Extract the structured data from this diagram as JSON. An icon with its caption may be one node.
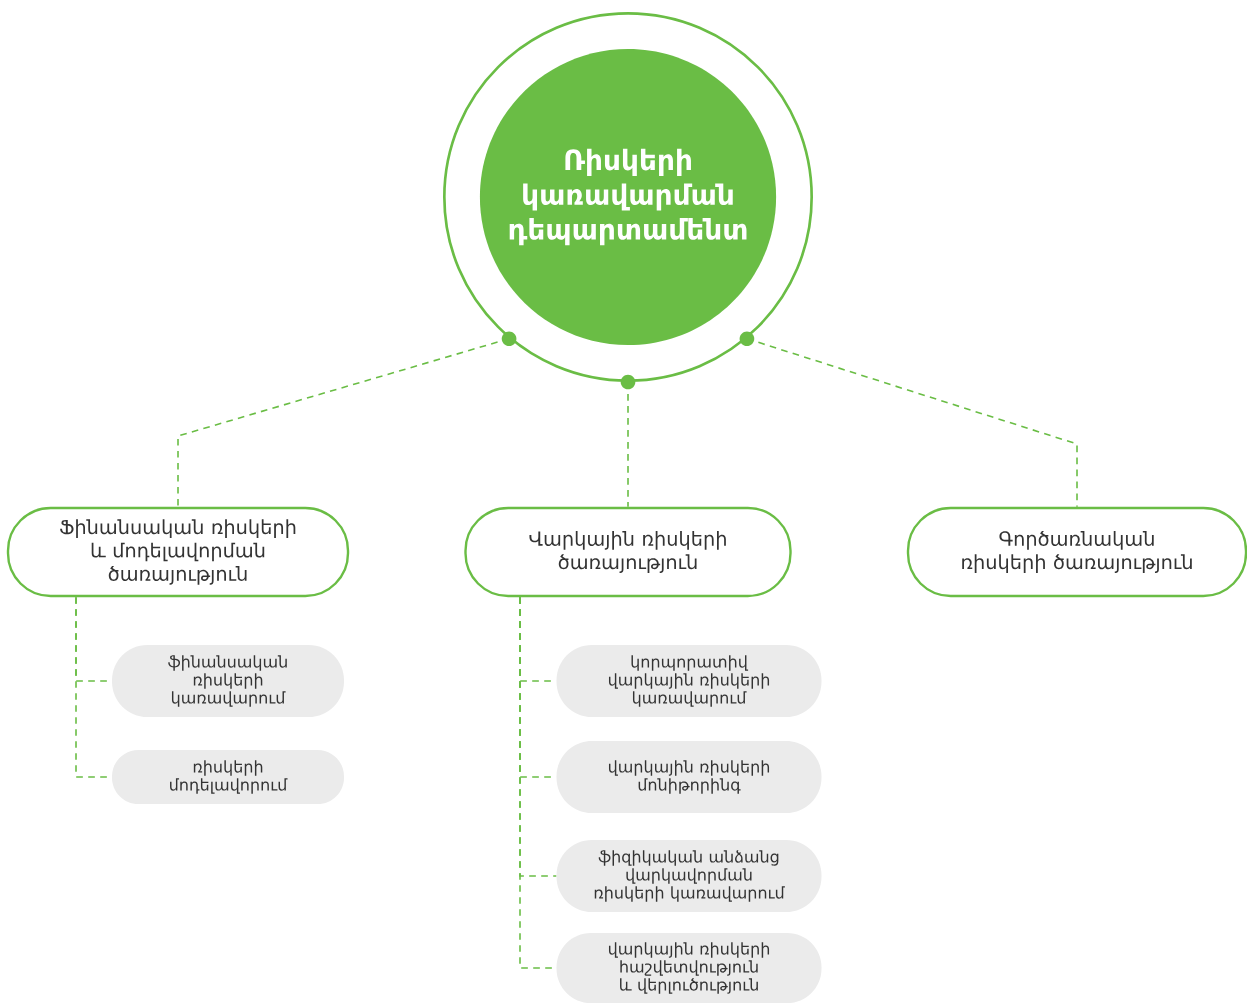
{
  "diagram": {
    "nodes": [
      {
        "text": [],
        "shape": "circle"
      },
      {
        "text": [
          "Ռիսկերի կառավարման դեպարտամենտ"
        ],
        "in": 0
      },
      {
        "text": [
          "Ֆինանսական ռիսկերի և մոդելավորման ծառայություն"
        ]
      },
      {
        "text": [
          "Վարկային ռիսկերի ծառայություն"
        ]
      },
      {
        "text": [
          "Գործառնական ռիսկերի ծառայություն"
        ]
      },
      {
        "text": [
          "ֆինանսական ռիսկերի կառավարում"
        ]
      },
      {
        "text": [
          "ռիսկերի մոդելավորում"
        ]
      },
      {
        "text": [
          "կորպորատիվ վարկային ռիսկերի կառավարում"
        ]
      },
      {
        "text": [
          "վարկային ռիսկերի մոնիթորինգ"
        ]
      },
      {
        "text": [
          "ֆիզիկական անձանց վարկավորման ռիսկերի կառավարում"
        ]
      },
      {
        "text": [
          "վարկային ռիսկերի հաշվետվություն և վերլուծություն"
        ]
      }
    ],
    "edges": [
      {
        "from": 0,
        "to": 2,
        "arrow": "other",
        "style": "dashed"
      },
      {
        "from": 0,
        "to": 3,
        "arrow": "other",
        "style": "dashed"
      },
      {
        "from": 0,
        "to": 4,
        "arrow": "other",
        "style": "dashed"
      },
      {
        "from": 2,
        "to": 5,
        "arrow": "none",
        "style": "dashed"
      },
      {
        "from": 2,
        "to": 6,
        "arrow": "none",
        "style": "dashed"
      },
      {
        "from": 3,
        "to": 7,
        "arrow": "none",
        "style": "dashed"
      },
      {
        "from": 3,
        "to": 8,
        "arrow": "none",
        "style": "dashed"
      },
      {
        "from": 3,
        "to": 9,
        "arrow": "none",
        "style": "dashed"
      },
      {
        "from": 3,
        "to": 10,
        "arrow": "none",
        "style": "dashed"
      }
    ]
  }
}
